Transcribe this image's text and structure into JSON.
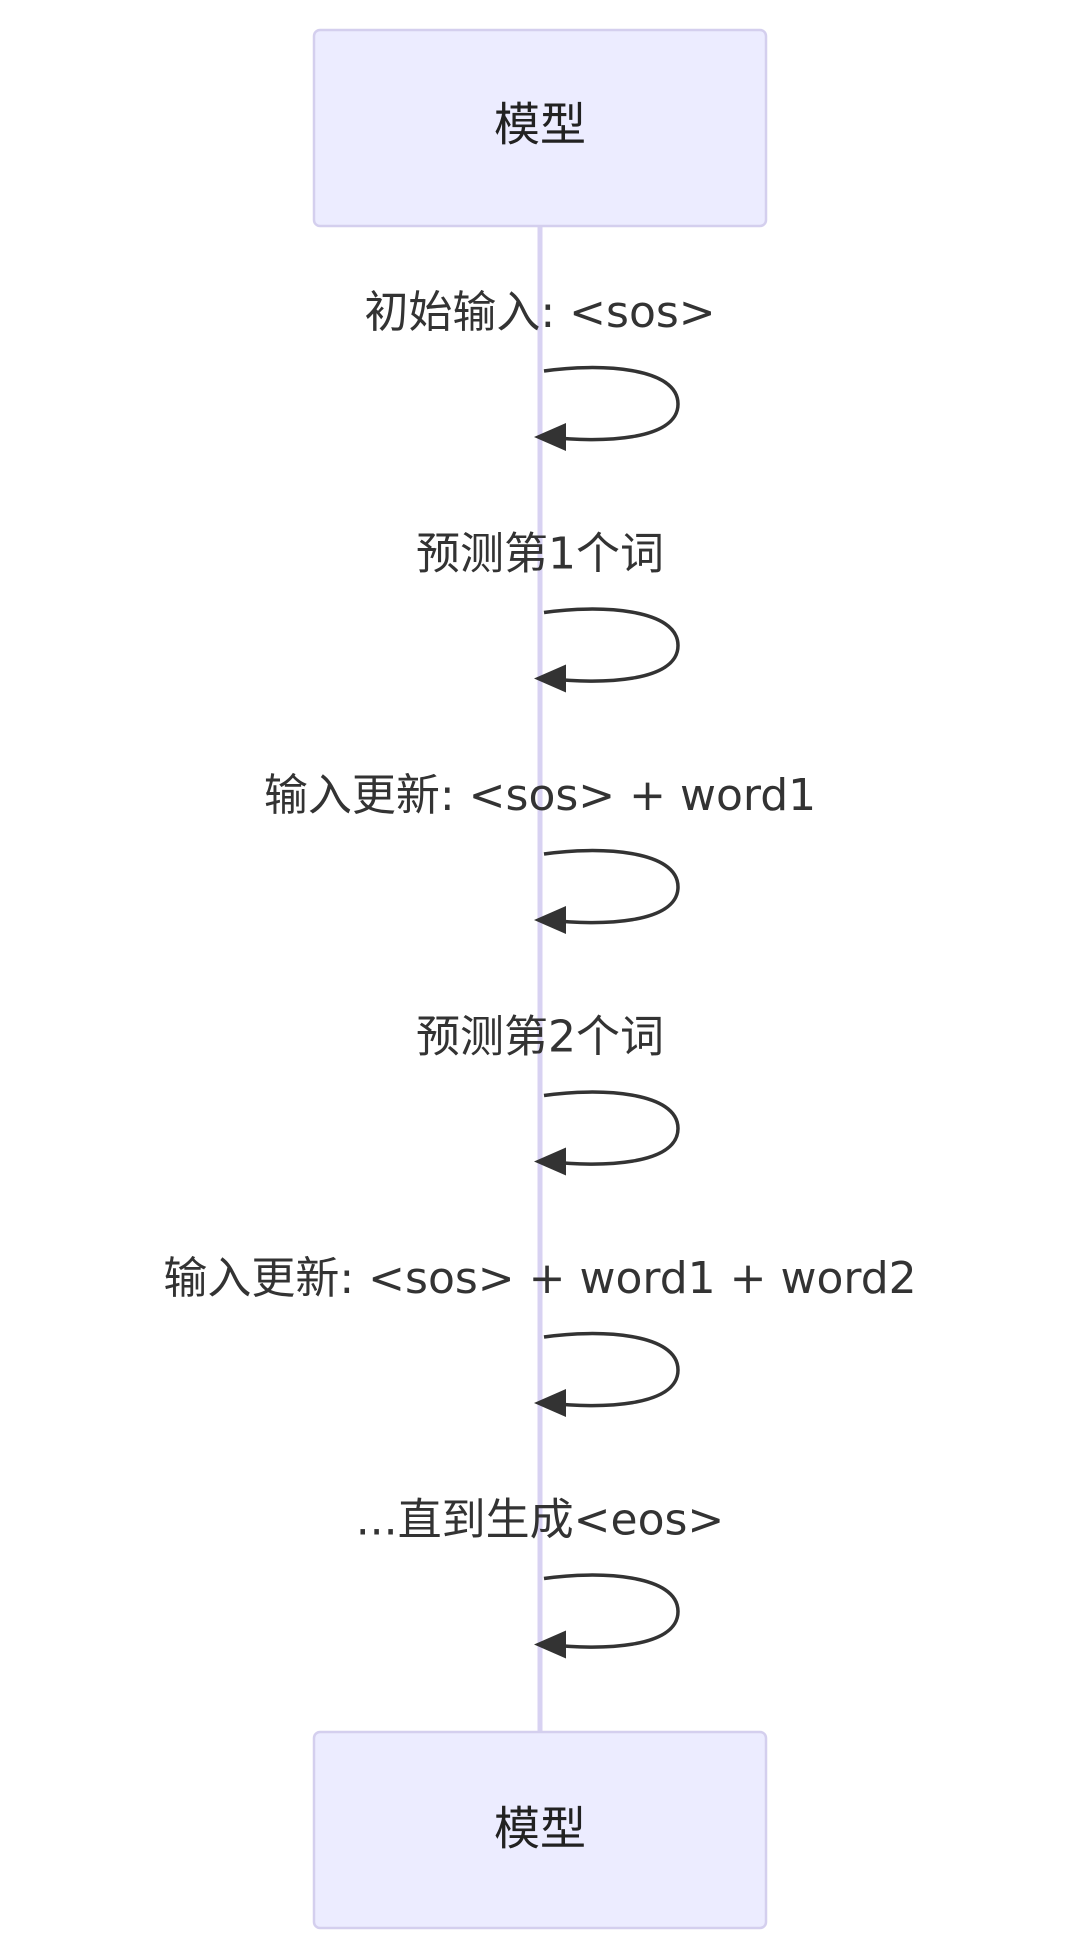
{
  "participant": {
    "top_label": "模型",
    "bottom_label": "模型"
  },
  "messages": [
    {
      "label": "初始输入: <sos>"
    },
    {
      "label": "预测第1个词"
    },
    {
      "label": "输入更新: <sos> + word1"
    },
    {
      "label": "预测第2个词"
    },
    {
      "label": "输入更新: <sos> + word1 + word2"
    },
    {
      "label": "...直到生成<eos>"
    }
  ],
  "colors": {
    "actor_fill": "#ECECFF",
    "actor_stroke": "#D4CFEE",
    "lifeline": "#D8D2F2",
    "arrow": "#333333",
    "text": "#333333"
  }
}
